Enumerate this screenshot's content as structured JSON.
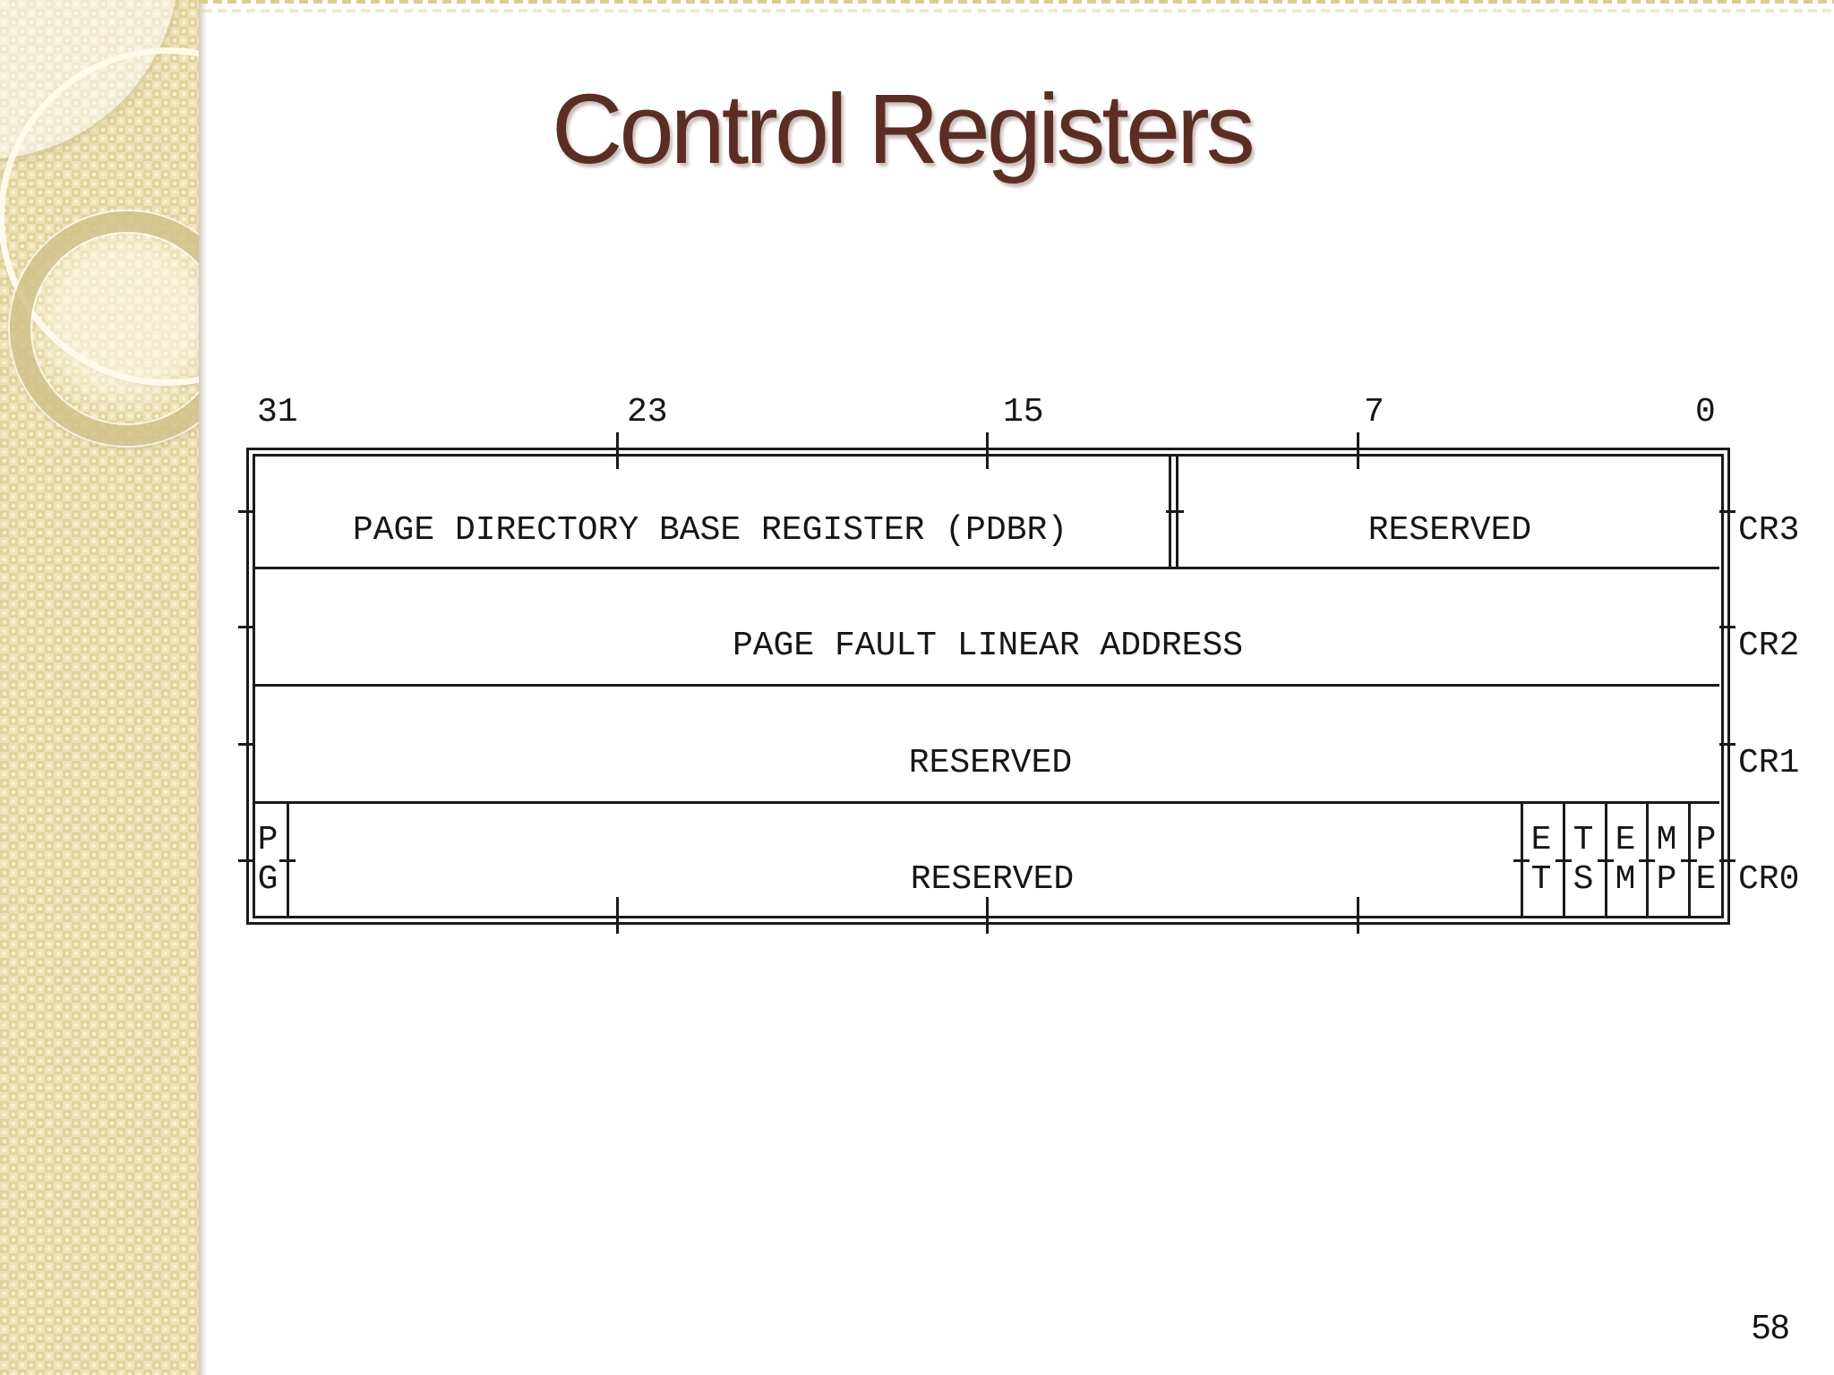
{
  "title": "Control Registers",
  "page_number": "58",
  "colors": {
    "title_text": "#5b2d23",
    "diagram_line": "#1a1a1a",
    "sidebar_base": "#efe4ba",
    "sidebar_square": "#e2d29c",
    "background": "#ffffff"
  },
  "diagram": {
    "bit_labels": {
      "b31": "31",
      "b23": "23",
      "b15": "15",
      "b7": "7",
      "b0": "0"
    },
    "cr3": {
      "name": "CR3",
      "pdbr": "PAGE DIRECTORY BASE REGISTER (PDBR)",
      "reserved": "RESERVED"
    },
    "cr2": {
      "name": "CR2",
      "text": "PAGE FAULT LINEAR ADDRESS"
    },
    "cr1": {
      "name": "CR1",
      "text": "RESERVED"
    },
    "cr0": {
      "name": "CR0",
      "pg_top": "P",
      "pg_bottom": "G",
      "reserved": "RESERVED",
      "flags": [
        {
          "top": "E",
          "bottom": "T"
        },
        {
          "top": "T",
          "bottom": "S"
        },
        {
          "top": "E",
          "bottom": "M"
        },
        {
          "top": "M",
          "bottom": "P"
        },
        {
          "top": "P",
          "bottom": "E"
        }
      ]
    }
  }
}
